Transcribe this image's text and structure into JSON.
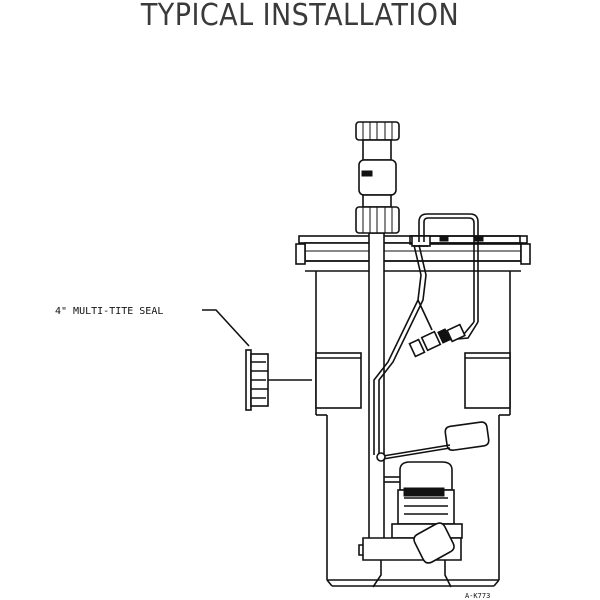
{
  "title": "TYPICAL INSTALLATION",
  "labels": {
    "seal": "4\" MULTI-TITE SEAL",
    "drawing_ref": "A-K773"
  },
  "colors": {
    "ink": "#111111",
    "title": "#3a3a3a",
    "background": "#ffffff"
  }
}
